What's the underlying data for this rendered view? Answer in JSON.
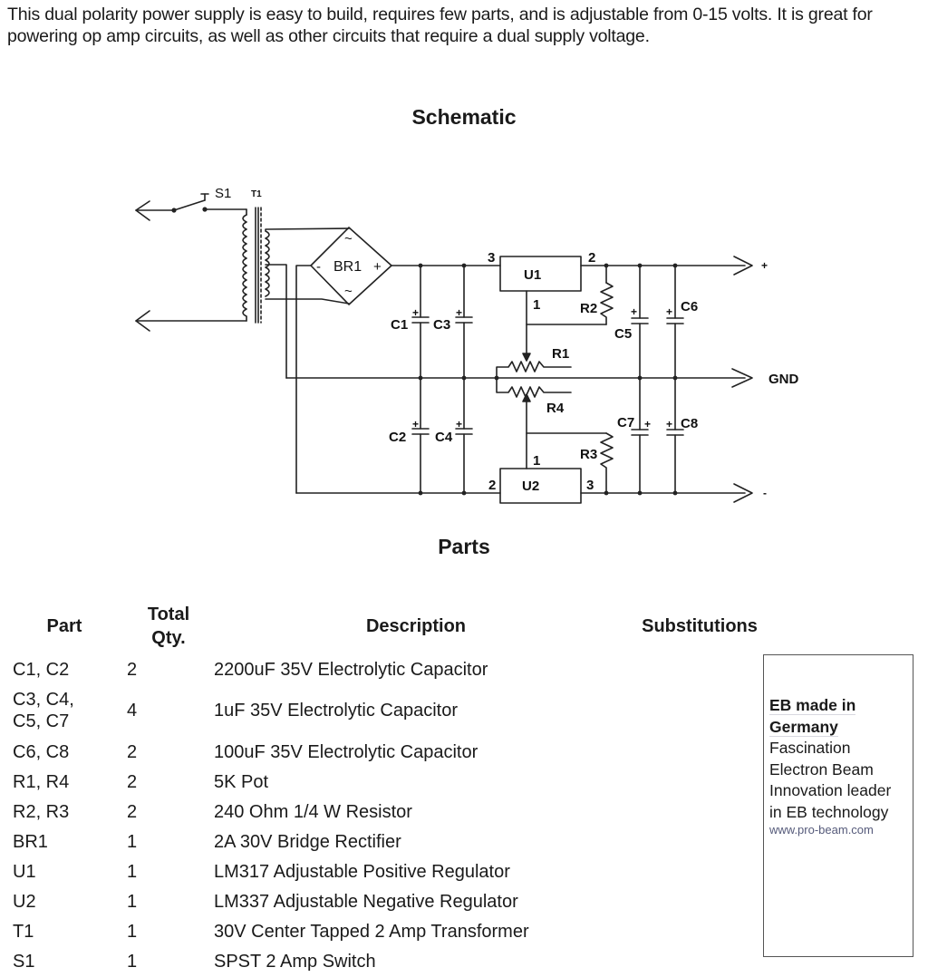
{
  "intro": "This dual polarity power supply is easy to build, requires few parts, and is adjustable from 0-15 volts. It is great for powering op amp circuits, as well as other circuits that require a dual supply voltage.",
  "schematic": {
    "heading": "Schematic",
    "labels": {
      "s1": "S1",
      "t1": "T1",
      "br1": "BR1",
      "br1_minus": "-",
      "br1_plus": "+",
      "br1_ac": "~",
      "u1": "U1",
      "u2": "U2",
      "u1_pin_in": "3",
      "u1_pin_out": "2",
      "u1_pin_adj": "1",
      "u2_pin_in": "2",
      "u2_pin_out": "3",
      "u2_pin_adj": "1",
      "r1": "R1",
      "r2": "R2",
      "r3": "R3",
      "r4": "R4",
      "c1": "C1",
      "c2": "C2",
      "c3": "C3",
      "c4": "C4",
      "c5": "C5",
      "c6": "C6",
      "c7": "C7",
      "c8": "C8",
      "plus_polarity": "+",
      "out_pos": "+",
      "out_gnd": "GND",
      "out_neg": "-"
    }
  },
  "parts": {
    "heading": "Parts",
    "columns": {
      "part": "Part",
      "qty_line1": "Total",
      "qty_line2": "Qty.",
      "description": "Description",
      "substitutions": "Substitutions"
    },
    "rows": [
      {
        "part_line1": "C1, C2",
        "part_line2": "",
        "qty": "2",
        "description": "2200uF 35V Electrolytic Capacitor",
        "substitutions": ""
      },
      {
        "part_line1": "C3, C4,",
        "part_line2": "C5, C7",
        "qty": "4",
        "description": "1uF 35V Electrolytic Capacitor",
        "substitutions": ""
      },
      {
        "part_line1": "C6, C8",
        "part_line2": "",
        "qty": "2",
        "description": "100uF 35V Electrolytic Capacitor",
        "substitutions": ""
      },
      {
        "part_line1": "R1, R4",
        "part_line2": "",
        "qty": "2",
        "description": "5K Pot",
        "substitutions": ""
      },
      {
        "part_line1": "R2, R3",
        "part_line2": "",
        "qty": "2",
        "description": "240 Ohm 1/4 W Resistor",
        "substitutions": ""
      },
      {
        "part_line1": "BR1",
        "part_line2": "",
        "qty": "1",
        "description": "2A 30V Bridge Rectifier",
        "substitutions": ""
      },
      {
        "part_line1": "U1",
        "part_line2": "",
        "qty": "1",
        "description": "LM317 Adjustable Positive Regulator",
        "substitutions": ""
      },
      {
        "part_line1": "U2",
        "part_line2": "",
        "qty": "1",
        "description": "LM337 Adjustable Negative Regulator",
        "substitutions": ""
      },
      {
        "part_line1": "T1",
        "part_line2": "",
        "qty": "1",
        "description": "30V Center Tapped 2 Amp Transformer",
        "substitutions": ""
      },
      {
        "part_line1": "S1",
        "part_line2": "",
        "qty": "1",
        "description": "SPST 2 Amp Switch",
        "substitutions": ""
      }
    ]
  },
  "ad": {
    "title_line1": "EB made in",
    "title_line2": "Germany",
    "lines": [
      "Fascination",
      "Electron Beam",
      "Innovation leader",
      "in EB technology"
    ],
    "url": "www.pro-beam.com"
  }
}
